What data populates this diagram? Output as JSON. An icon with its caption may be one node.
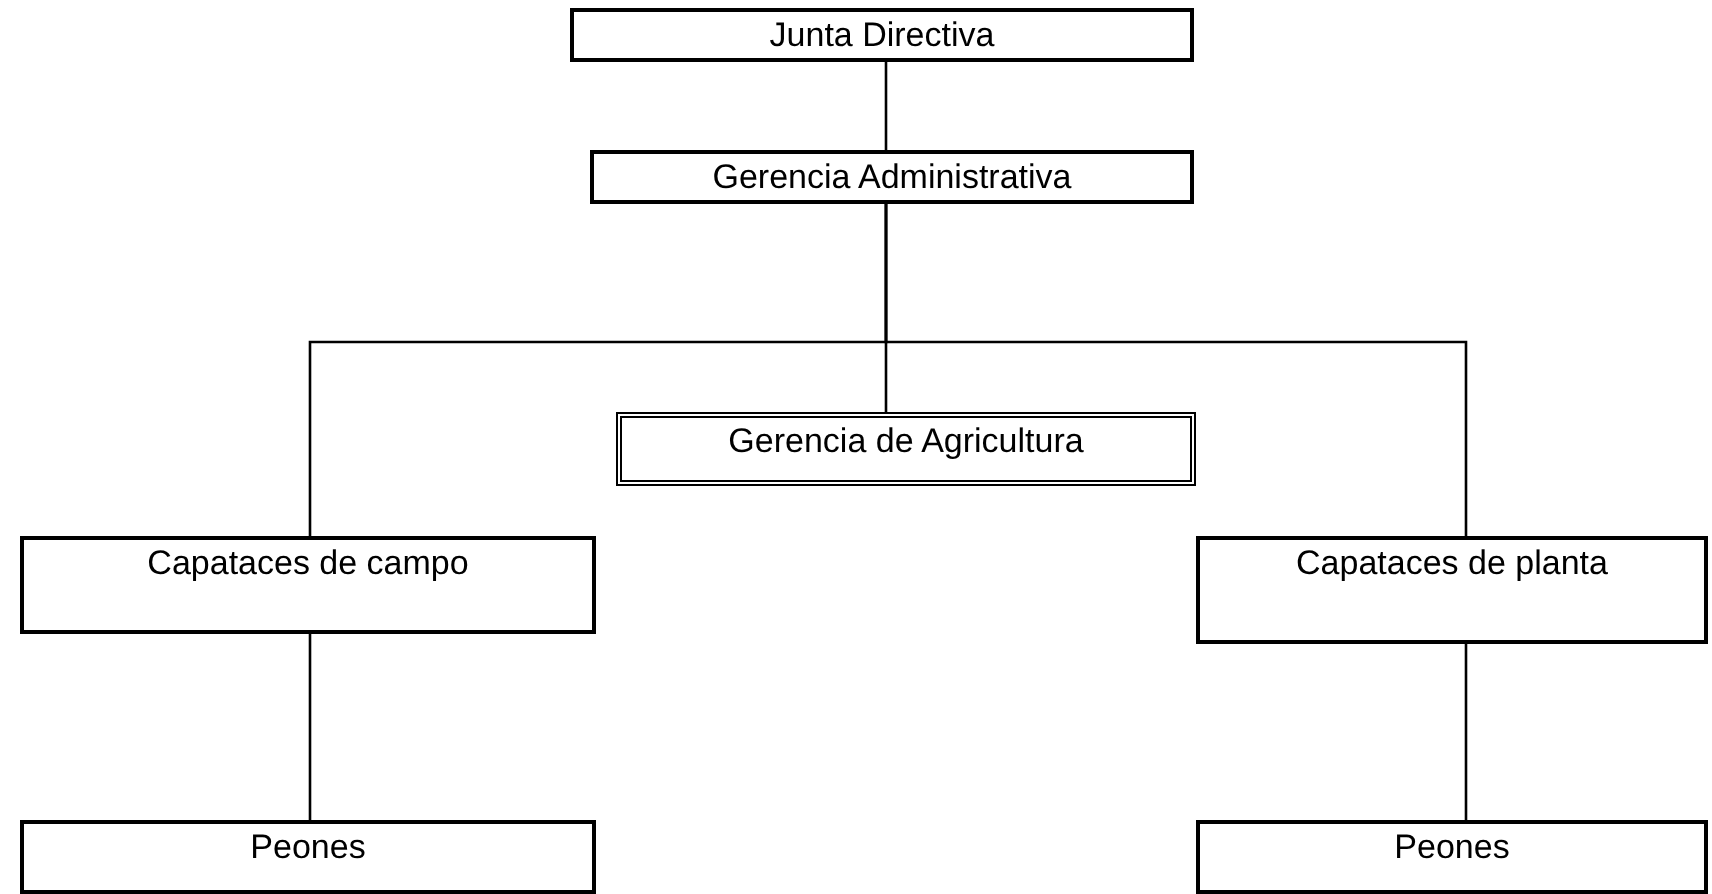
{
  "diagram": {
    "nodes": [
      {
        "text": [
          "Junta Directiva"
        ]
      },
      {
        "text": [
          "Gerencia Administrativa"
        ]
      },
      {
        "text": [
          "Gerencia de Agricultura"
        ]
      },
      {
        "text": [
          "Capataces de campo"
        ]
      },
      {
        "text": [
          "Capataces de planta"
        ]
      },
      {
        "text": [
          "Peones"
        ]
      },
      {
        "text": [
          "Peones"
        ]
      }
    ],
    "edges": [
      {
        "from": 0,
        "to": 1,
        "arrow": "none"
      },
      {
        "from": 1,
        "to": 2,
        "arrow": "none"
      },
      {
        "from": 1,
        "to": 3,
        "arrow": "none"
      },
      {
        "from": 1,
        "to": 4,
        "arrow": "none"
      },
      {
        "from": 3,
        "to": 5,
        "arrow": "none"
      },
      {
        "from": 4,
        "to": 6,
        "arrow": "none"
      }
    ]
  }
}
